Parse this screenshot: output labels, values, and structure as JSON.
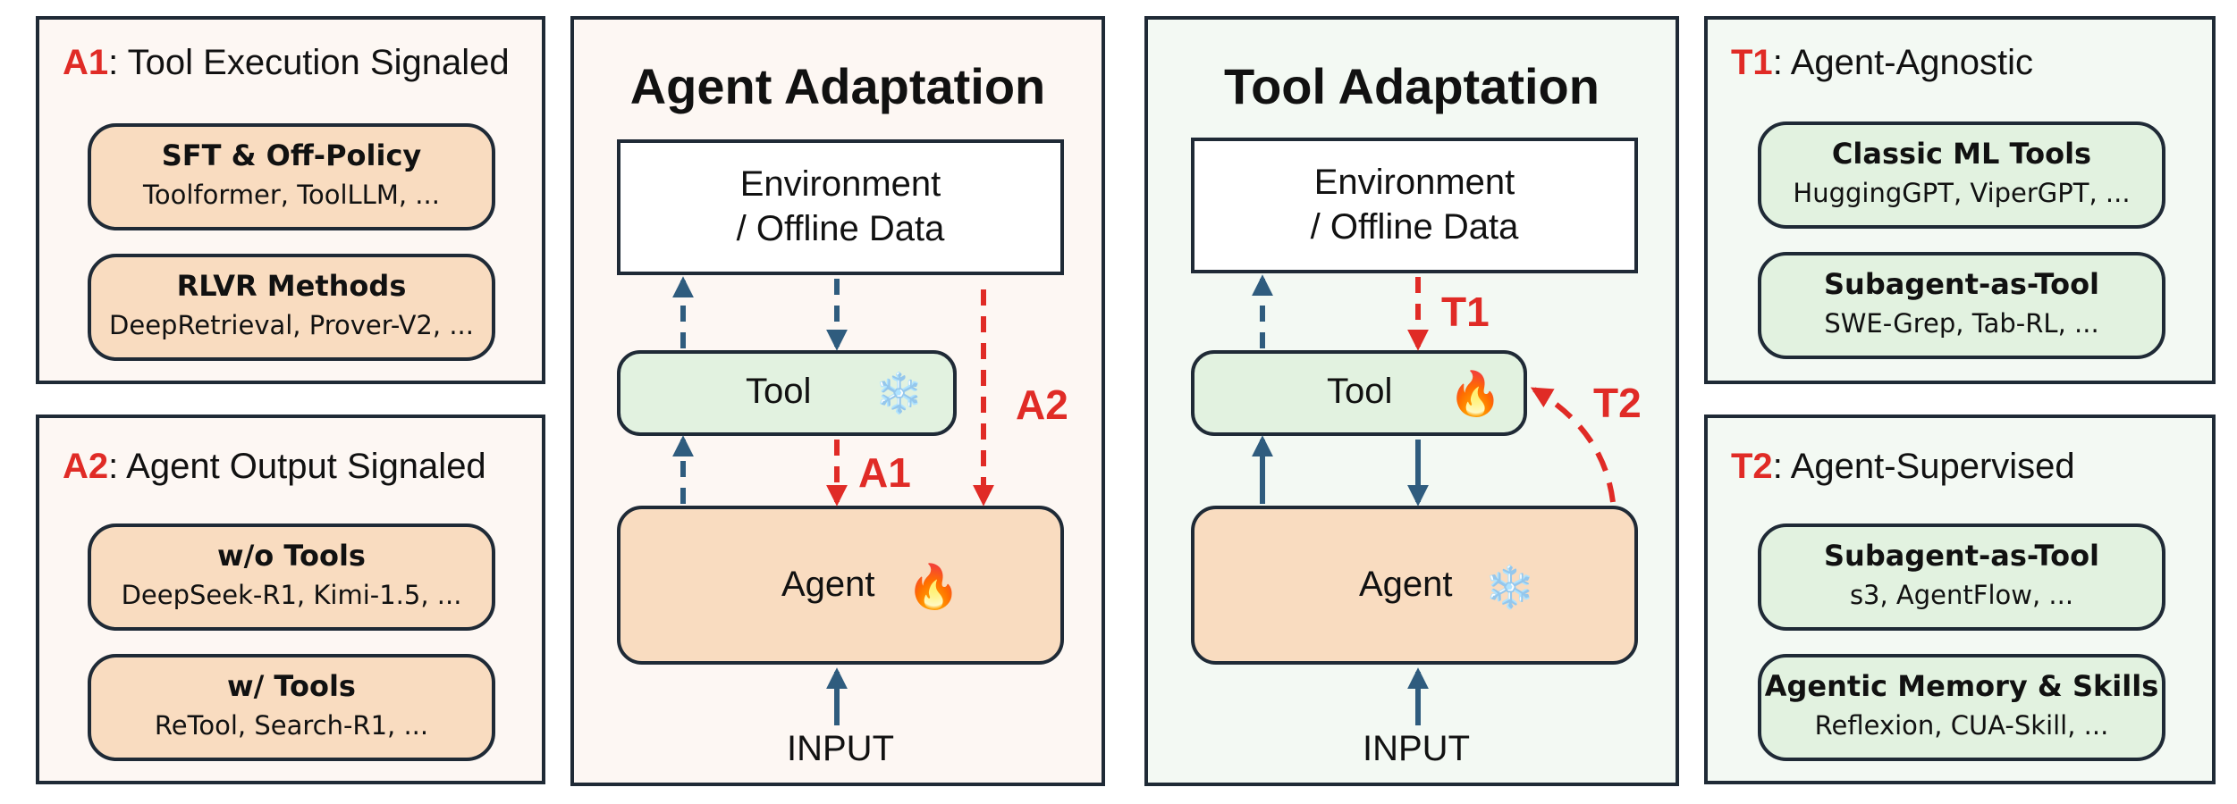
{
  "a1_panel": {
    "key": "A1",
    "title": ": Tool Execution Signaled",
    "cards": [
      {
        "title": "SFT & Off-Policy",
        "subtitle": "Toolformer, ToolLLM, ..."
      },
      {
        "title": "RLVR Methods",
        "subtitle": "DeepRetrieval, Prover-V2, ..."
      }
    ]
  },
  "a2_panel": {
    "key": "A2",
    "title": ": Agent Output Signaled",
    "cards": [
      {
        "title": "w/o Tools",
        "subtitle": "DeepSeek-R1, Kimi-1.5, ..."
      },
      {
        "title": "w/ Tools",
        "subtitle": "ReTool, Search-R1, ..."
      }
    ]
  },
  "agent_adaptation": {
    "title": "Agent Adaptation",
    "env_line1": "Environment",
    "env_line2": "/ Offline Data",
    "tool_label": "Tool",
    "tool_icon": "❄️",
    "agent_label": "Agent",
    "agent_icon": "🔥",
    "input_label": "INPUT",
    "a1_label": "A1",
    "a2_label": "A2"
  },
  "tool_adaptation": {
    "title": "Tool Adaptation",
    "env_line1": "Environment",
    "env_line2": "/ Offline Data",
    "tool_label": "Tool",
    "tool_icon": "🔥",
    "agent_label": "Agent",
    "agent_icon": "❄️",
    "input_label": "INPUT",
    "t1_label": "T1",
    "t2_label": "T2"
  },
  "t1_panel": {
    "key": "T1",
    "title": ": Agent-Agnostic",
    "cards": [
      {
        "title": "Classic ML Tools",
        "subtitle": "HuggingGPT, ViperGPT, ..."
      },
      {
        "title": "Subagent-as-Tool",
        "subtitle": "SWE-Grep, Tab-RL, ..."
      }
    ]
  },
  "t2_panel": {
    "key": "T2",
    "title": ": Agent-Supervised",
    "cards": [
      {
        "title": "Subagent-as-Tool",
        "subtitle": "s3, AgentFlow, ..."
      },
      {
        "title": "Agentic Memory & Skills",
        "subtitle": "Reflexion, CUA-Skill, ..."
      }
    ]
  },
  "colors": {
    "accent_red": "#e02b26",
    "arrow_blue": "#2f5c7e",
    "warm_fill": "#f9dcc0",
    "cool_fill": "#e2f2e0",
    "border": "#1f2a36"
  }
}
